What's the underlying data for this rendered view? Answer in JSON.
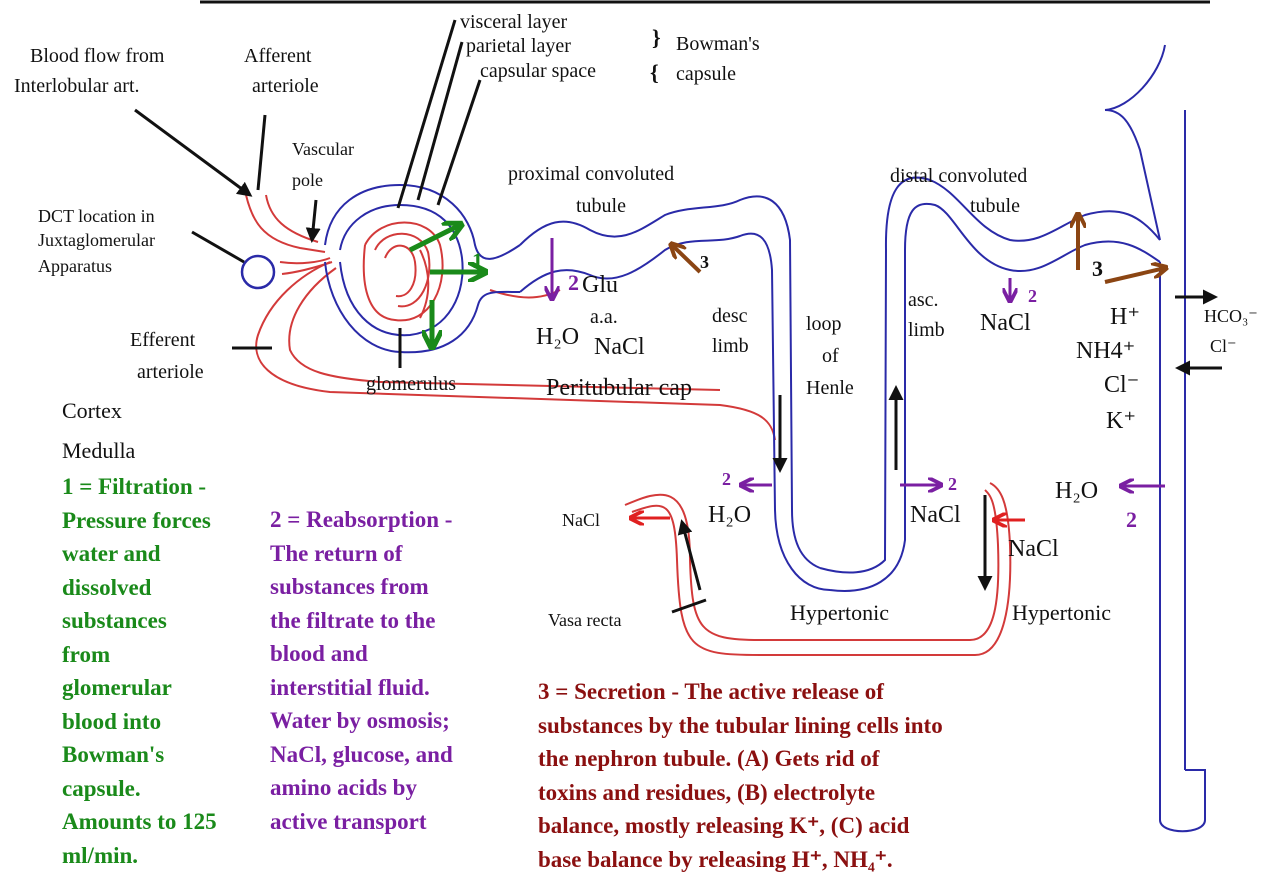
{
  "colors": {
    "blood": "#d33a3a",
    "tubule": "#2a2aa8",
    "reabsorption": "#7a1fa2",
    "secretion": "#8b4513",
    "filtration": "#1a8a1a",
    "flow": "#111111"
  },
  "labels": {
    "blood_flow": [
      "Blood flow from",
      "Interlobular art."
    ],
    "afferent": [
      "Afferent",
      "arteriole"
    ],
    "vascular_pole": [
      "Vascular",
      "pole"
    ],
    "visceral_layer": "visceral layer",
    "parietal_layer": "parietal layer",
    "capsular_space": "capsular space",
    "bowmans_capsule": [
      "Bowman's",
      "capsule"
    ],
    "dct_location": [
      "DCT location in",
      "Juxtaglomerular",
      "Apparatus"
    ],
    "efferent": [
      "Efferent",
      "arteriole"
    ],
    "glomerulus": "glomerulus",
    "cortex": "Cortex",
    "medulla": "Medulla",
    "pct": [
      "proximal convoluted",
      "tubule"
    ],
    "dct": [
      "distal convoluted",
      "tubule"
    ],
    "glu": "Glu",
    "aa": "a.a.",
    "nacl": "NaCl",
    "h2o": "H₂O",
    "peritubular": "Peritubular cap",
    "desc_limb": [
      "desc",
      "limb"
    ],
    "loop_henle": [
      "loop",
      "of",
      "Henle"
    ],
    "asc_limb": [
      "asc.",
      "limb"
    ],
    "ions": [
      "H⁺",
      "NH4⁺",
      "Cl⁻",
      "K⁺"
    ],
    "hco3": "HCO₃⁻",
    "cl_minus": "Cl⁻",
    "hypertonic": "Hypertonic",
    "vasa_recta": "Vasa recta",
    "num_1": "1",
    "num_2": "2",
    "num_3": "3"
  },
  "notes": {
    "filtration": [
      "1 = Filtration -",
      "Pressure forces",
      "water and",
      "dissolved",
      "substances",
      "from",
      "glomerular",
      "blood into",
      "Bowman's",
      "capsule.",
      "Amounts to 125",
      "ml/min."
    ],
    "reabsorption": [
      "2 = Reabsorption -",
      "The return of",
      "substances from",
      "the filtrate to the",
      "blood and",
      "interstitial fluid.",
      "Water by osmosis;",
      "NaCl, glucose, and",
      "amino acids by",
      "active transport"
    ],
    "secretion": [
      "3 = Secretion - The active release of",
      "substances by the tubular lining cells into",
      "the nephron tubule.  (A) Gets rid of",
      "toxins and residues, (B) electrolyte",
      "balance, mostly releasing K⁺, (C) acid",
      "base balance by releasing H⁺, NH₄⁺."
    ]
  }
}
